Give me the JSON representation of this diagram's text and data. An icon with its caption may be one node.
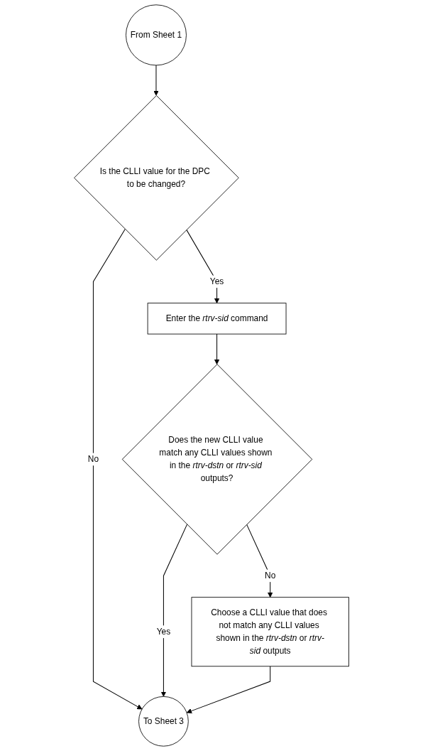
{
  "diagram": {
    "nodes": [
      {
        "text": [
          "From Sheet 1"
        ]
      },
      {
        "text": [
          "Is the CLLI value for the DPC to be changed?"
        ]
      },
      {
        "text": [
          "Enter the *rtrv-sid* command"
        ]
      },
      {
        "text": [
          "Does the new CLLI value match any CLLI values shown in the *rtrv-dstn* or *rtrv-sid* outputs?"
        ]
      },
      {
        "text": [
          "Choose a CLLI value that does not match any CLLI values shown in the *rtrv-dstn* or *rtrv-sid* outputs"
        ]
      },
      {
        "text": [
          "To Sheet 3"
        ]
      }
    ],
    "edges": [
      {
        "from": 0,
        "to": 1,
        "arrow": "to"
      },
      {
        "from": 1,
        "to": 2,
        "arrow": "to",
        "label": "Yes"
      },
      {
        "from": 1,
        "to": 5,
        "arrow": "to",
        "label": "No"
      },
      {
        "from": 2,
        "to": 3,
        "arrow": "to"
      },
      {
        "from": 3,
        "to": 4,
        "arrow": "to",
        "label": "No"
      },
      {
        "from": 3,
        "to": 5,
        "arrow": "to",
        "label": "Yes"
      },
      {
        "from": 4,
        "to": 5,
        "arrow": "to"
      }
    ]
  }
}
